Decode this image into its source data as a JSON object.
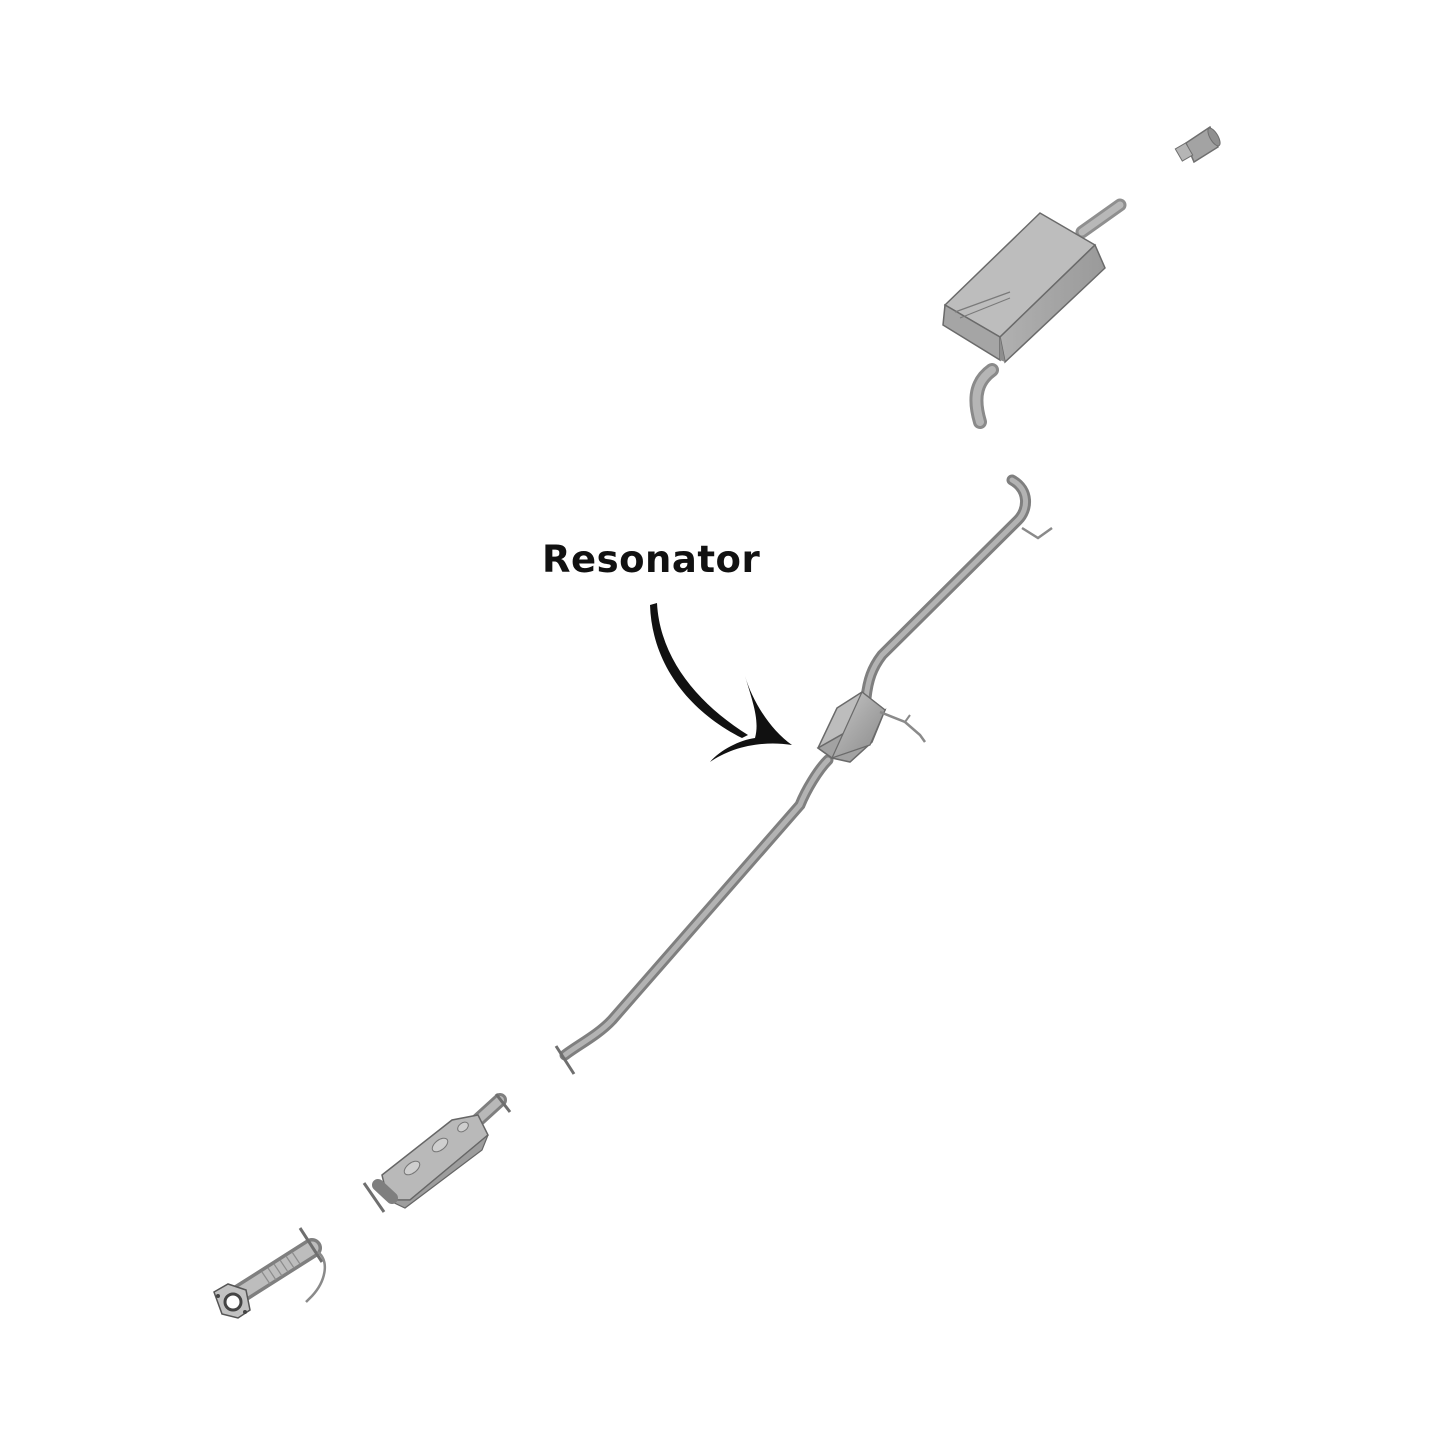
{
  "callout": {
    "label": "Resonator",
    "target": "resonator"
  },
  "parts": [
    "exhaust-tip",
    "muffler",
    "tailpipe-bend",
    "intermediate-pipe",
    "resonator",
    "catalytic-converter",
    "flex-pipe",
    "inlet-flange"
  ],
  "colors": {
    "background": "#ffffff",
    "metal_light": "#bdbdbd",
    "metal_mid": "#9e9e9e",
    "metal_dark": "#6f6f6f",
    "outline": "#555555",
    "arrow": "#111111",
    "text": "#111111"
  }
}
